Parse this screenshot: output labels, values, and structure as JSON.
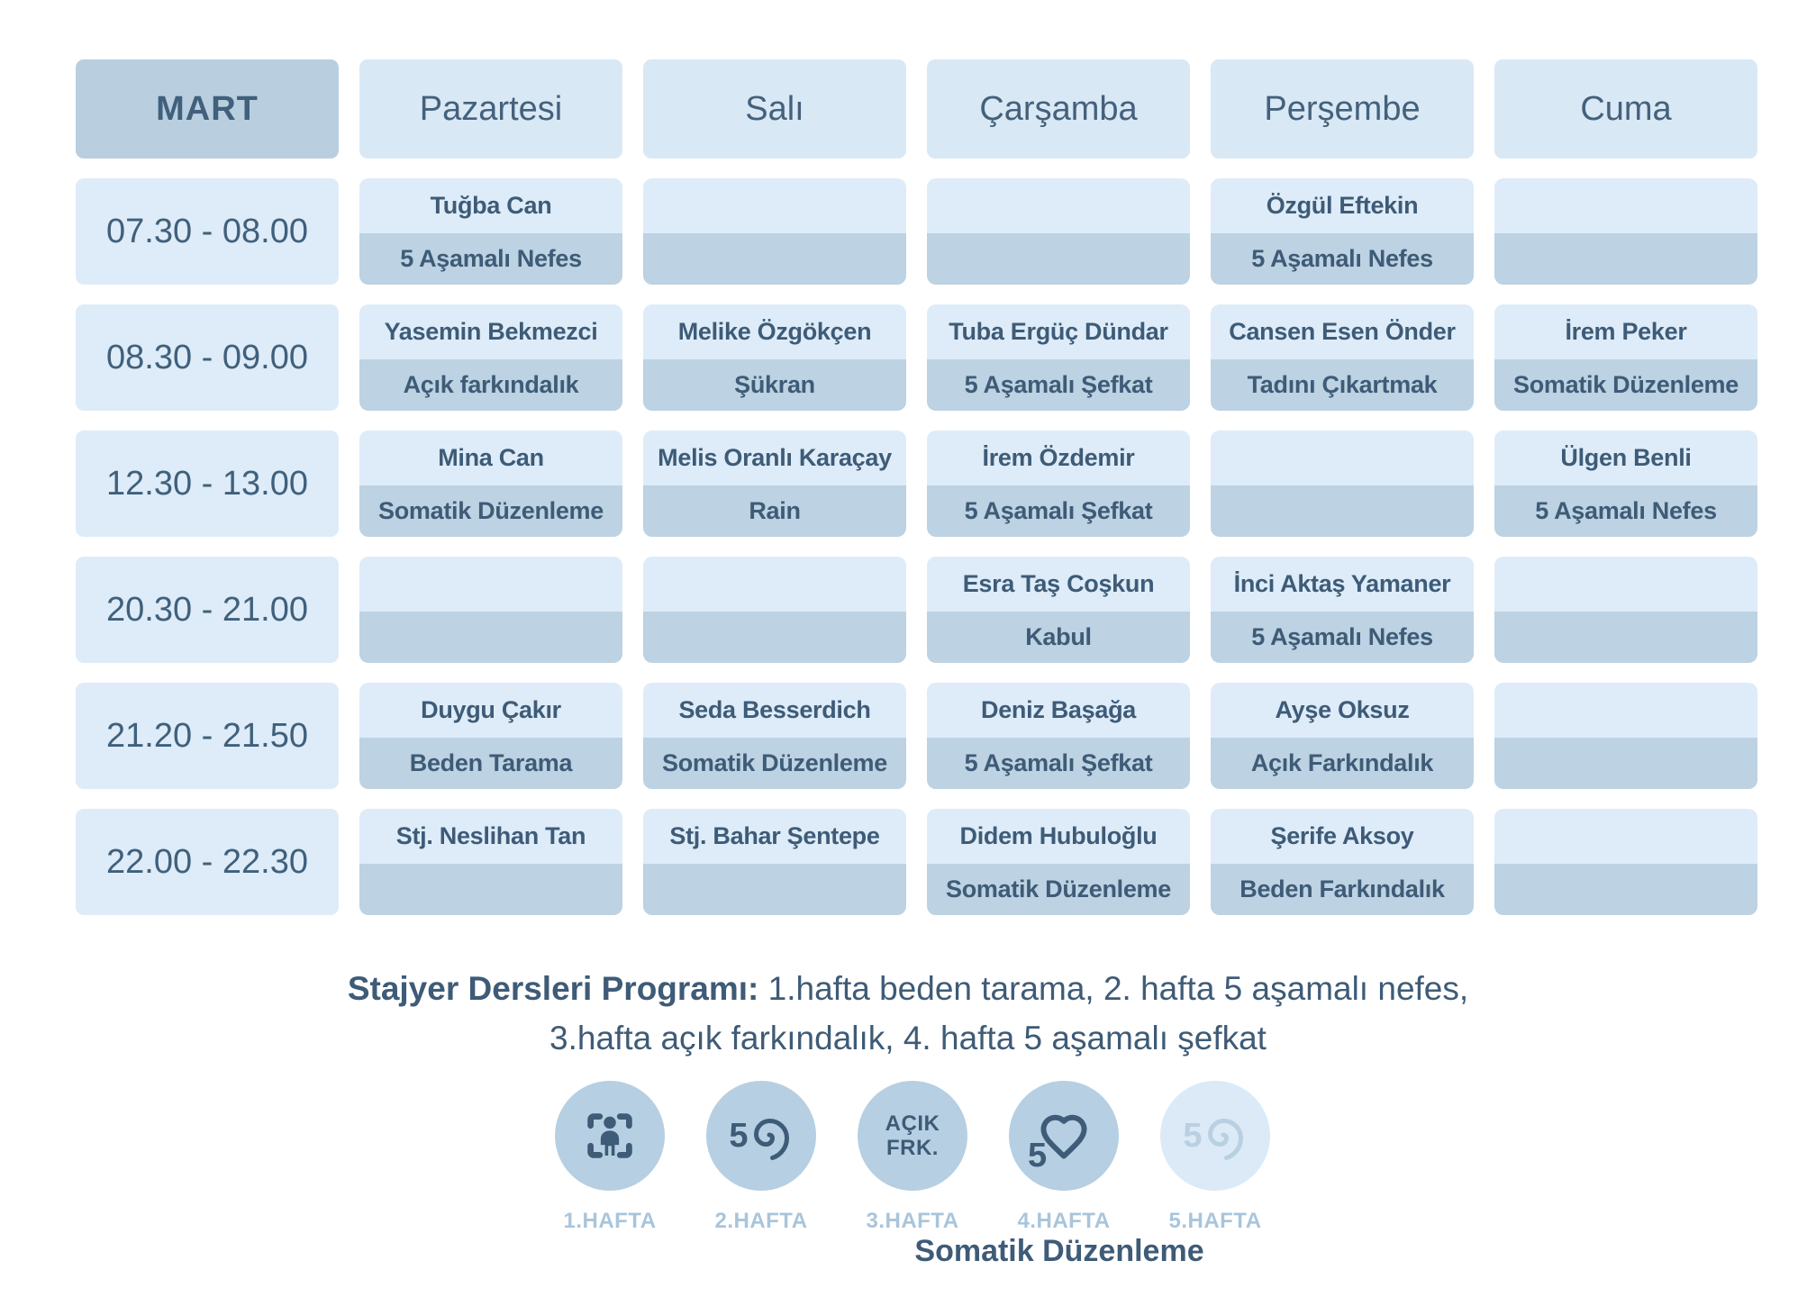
{
  "table": {
    "month": "MART",
    "days": [
      "Pazartesi",
      "Salı",
      "Çarşamba",
      "Perşembe",
      "Cuma"
    ],
    "rows": [
      {
        "time": "07.30 - 08.00",
        "cells": [
          {
            "name": "Tuğba Can",
            "course": "5 Aşamalı Nefes"
          },
          {
            "name": "",
            "course": ""
          },
          {
            "name": "",
            "course": ""
          },
          {
            "name": "Özgül Eftekin",
            "course": "5 Aşamalı Nefes"
          },
          {
            "name": "",
            "course": ""
          }
        ]
      },
      {
        "time": "08.30 - 09.00",
        "cells": [
          {
            "name": "Yasemin Bekmezci",
            "course": "Açık farkındalık"
          },
          {
            "name": "Melike Özgökçen",
            "course": "Şükran"
          },
          {
            "name": "Tuba Ergüç Dündar",
            "course": "5 Aşamalı Şefkat"
          },
          {
            "name": "Cansen Esen Önder",
            "course": "Tadını Çıkartmak"
          },
          {
            "name": "İrem Peker",
            "course": "Somatik Düzenleme"
          }
        ]
      },
      {
        "time": "12.30 - 13.00",
        "cells": [
          {
            "name": "Mina Can",
            "course": "Somatik Düzenleme"
          },
          {
            "name": "Melis Oranlı Karaçay",
            "course": "Rain"
          },
          {
            "name": "İrem Özdemir",
            "course": "5 Aşamalı Şefkat"
          },
          {
            "name": "",
            "course": ""
          },
          {
            "name": "Ülgen Benli",
            "course": "5 Aşamalı Nefes"
          }
        ]
      },
      {
        "time": "20.30 - 21.00",
        "cells": [
          {
            "name": "",
            "course": ""
          },
          {
            "name": "",
            "course": ""
          },
          {
            "name": "Esra Taş Coşkun",
            "course": "Kabul"
          },
          {
            "name": "İnci Aktaş Yamaner",
            "course": "5 Aşamalı Nefes"
          },
          {
            "name": "",
            "course": ""
          }
        ]
      },
      {
        "time": "21.20 - 21.50",
        "cells": [
          {
            "name": "Duygu Çakır",
            "course": "Beden Tarama"
          },
          {
            "name": "Seda Besserdich",
            "course": "Somatik Düzenleme"
          },
          {
            "name": "Deniz Başağa",
            "course": "5 Aşamalı Şefkat"
          },
          {
            "name": "Ayşe Oksuz",
            "course": "Açık Farkındalık"
          },
          {
            "name": "",
            "course": ""
          }
        ]
      },
      {
        "time": "22.00 - 22.30",
        "cells": [
          {
            "name": "Stj. Neslihan Tan",
            "course": ""
          },
          {
            "name": "Stj. Bahar Şentepe",
            "course": ""
          },
          {
            "name": "Didem Hubuloğlu",
            "course": "Somatik Düzenleme"
          },
          {
            "name": "Şerife Aksoy",
            "course": "Beden Farkındalık"
          },
          {
            "name": "",
            "course": ""
          }
        ]
      }
    ]
  },
  "footer": {
    "note_bold": "Stajyer Dersleri Programı:",
    "note_line1": " 1.hafta beden tarama, 2. hafta 5 aşamalı nefes,",
    "note_line2": "3.hafta açık farkındalık, 4. hafta 5 aşamalı şefkat"
  },
  "legend": {
    "weeks": [
      {
        "label": "1.HAFTA",
        "icon": "body-scan-icon",
        "muted": false
      },
      {
        "label": "2.HAFTA",
        "icon": "spiral-5-icon",
        "muted": false
      },
      {
        "label": "3.HAFTA",
        "icon": "acik-frk-icon",
        "icon_text_line1": "AÇIK",
        "icon_text_line2": "FRK.",
        "muted": false
      },
      {
        "label": "4.HAFTA",
        "icon": "heart-5-icon",
        "muted": false
      },
      {
        "label": "5.HAFTA",
        "icon": "spiral-5-icon",
        "muted": true
      }
    ],
    "spiral_number": "5",
    "heart_number": "5",
    "caption": "Somatik Düzenleme"
  },
  "colors": {
    "month_header_bg": "#b9cfe0",
    "day_header_bg": "#d9e8f5",
    "cell_light_bg": "#ddecf8",
    "cell_band_bg": "#bdd2e2",
    "text": "#3e5b77",
    "week_label": "#a8c5db",
    "circle": "#b6cfe2",
    "circle_muted": "#dbeaf6"
  }
}
